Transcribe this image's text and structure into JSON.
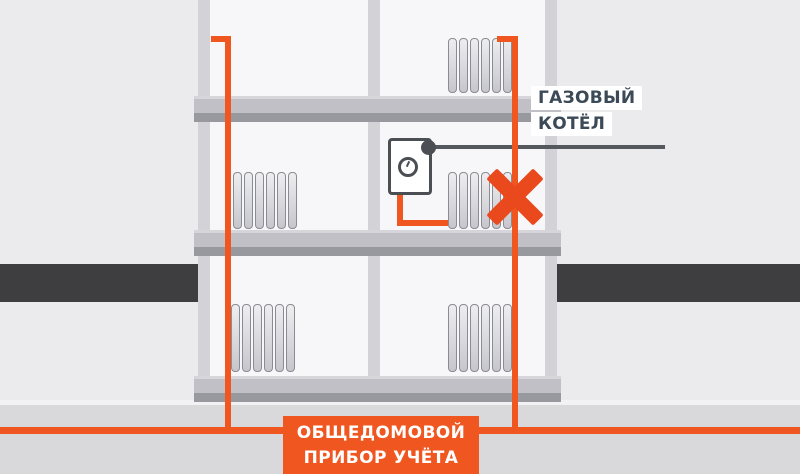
{
  "callout": {
    "line1": "ГАЗОВЫЙ",
    "line2": "КОТЁЛ"
  },
  "meter": {
    "line1": "ОБЩЕДОМОВОЙ",
    "line2": "ПРИБОР УЧЁТА"
  },
  "structure": {
    "floors_visible": 3,
    "radiators_visible": 5,
    "risers": 2
  },
  "colors": {
    "pipe_orange": "#f0561f",
    "prohibition_red": "#e9491c",
    "ground_dark": "#3e3e40",
    "background_gray": "#ebebed",
    "bottom_band_gray": "#d9d9db",
    "callout_text": "#3c4a58",
    "boiler_outline": "#4b4f54"
  },
  "icons": {
    "boiler": "gas-boiler-icon",
    "gauge": "pressure-gauge-icon",
    "cross": "prohibition-x-icon",
    "radiator": "radiator-icon"
  }
}
